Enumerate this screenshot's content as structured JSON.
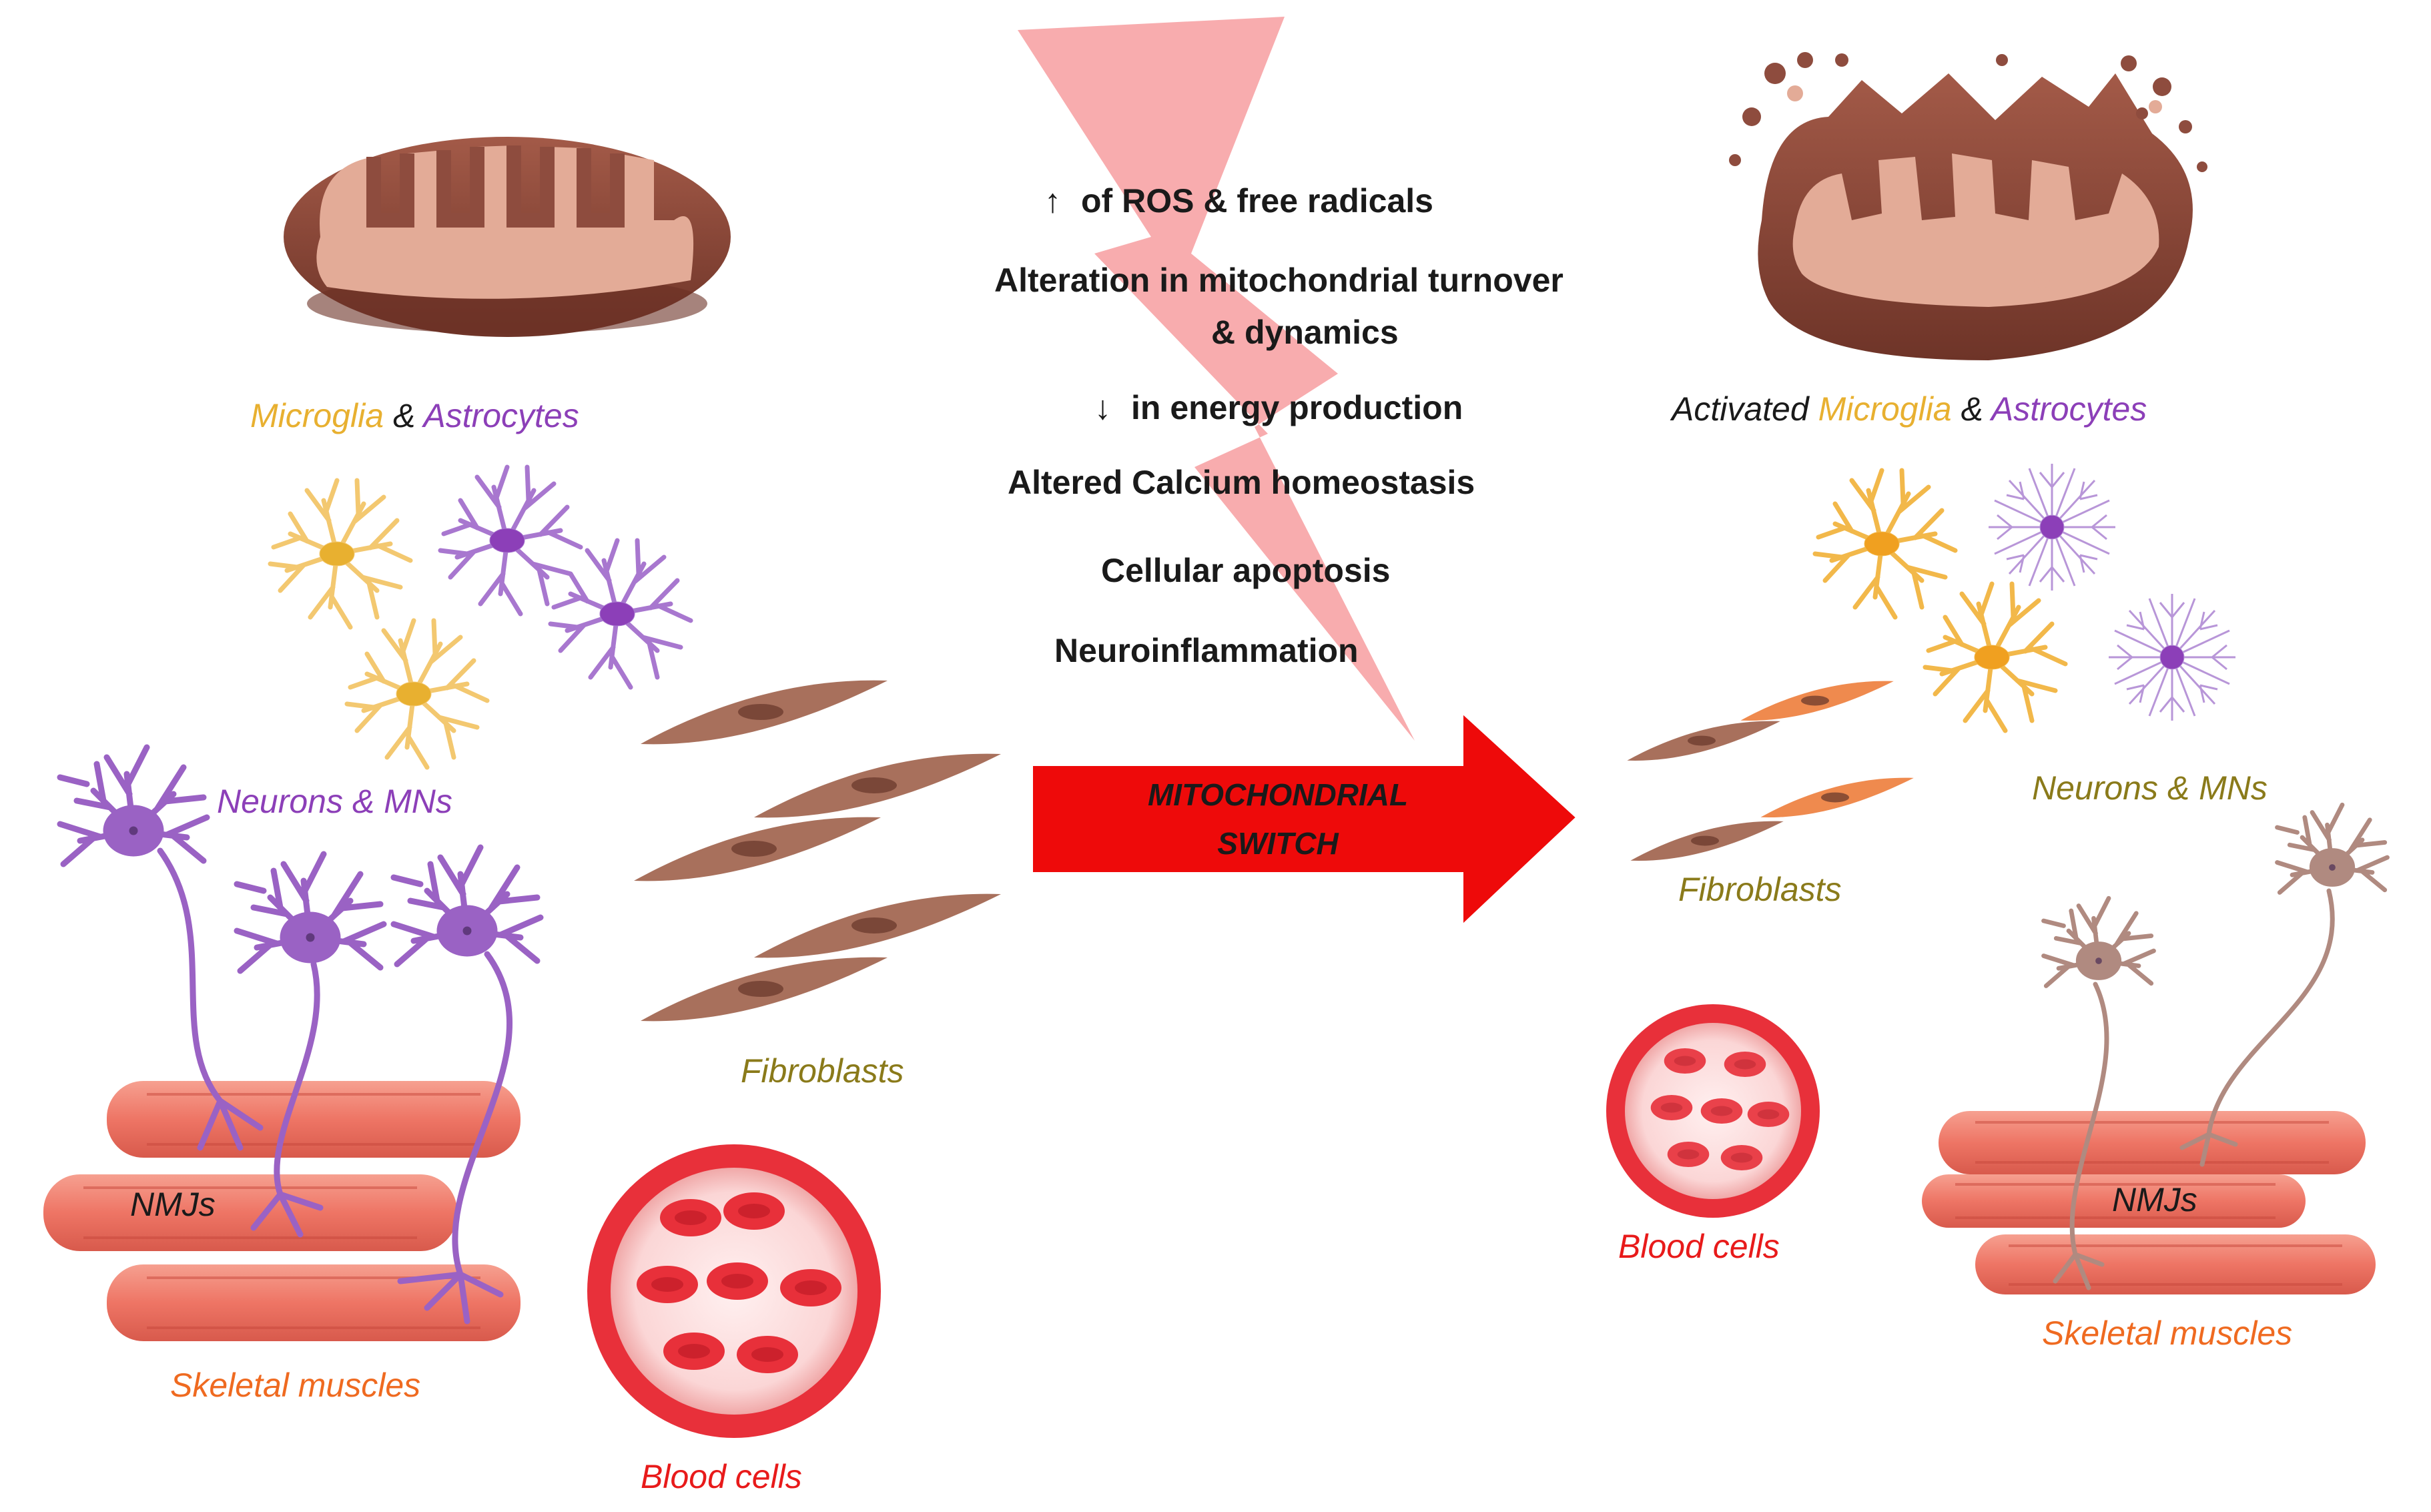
{
  "effects": {
    "up_symbol": "↑",
    "ros": "of ROS & free radicals",
    "turnover_1": "Alteration in mitochondrial turnover",
    "turnover_2": "& dynamics",
    "down_symbol": "↓",
    "energy": "in energy production",
    "calcium": "Altered Calcium homeostasis",
    "apoptosis": "Cellular apoptosis",
    "inflammation": "Neuroinflammation"
  },
  "switch": {
    "line1": "MITOCHONDRIAL",
    "line2": "SWITCH"
  },
  "left": {
    "glia_microglia": "Microglia",
    "glia_amp": " & ",
    "glia_astrocytes": "Astrocytes",
    "neurons": "Neurons & MNs",
    "fibroblasts": "Fibroblasts",
    "nmjs": "NMJs",
    "muscles": "Skeletal muscles",
    "blood": "Blood cells"
  },
  "right": {
    "glia_activated": "Activated ",
    "glia_microglia": "Microglia",
    "glia_amp": " & ",
    "glia_astrocytes": "Astrocytes",
    "neurons": "Neurons & MNs",
    "fibroblasts": "Fibroblasts",
    "nmjs": "NMJs",
    "muscles": "Skeletal muscles",
    "blood": "Blood cells"
  },
  "colors": {
    "microglia": "#e8b030",
    "astrocytes": "#8c3fb8",
    "neuron_healthy": "#9a62c4",
    "neuron_damaged": "#b08a80",
    "fibroblast": "#a8705c",
    "fibroblast_active": "#ef8a4e",
    "muscle": "#ef7a6a",
    "blood": "#e8303a",
    "mito_outer": "#8e4c3e",
    "mito_inner": "#e0aa98",
    "bolt": "#f8a8aa",
    "arrow": "#ee0a0a",
    "label_olive": "#8a7a1a",
    "label_orange": "#ef6a20",
    "label_red": "#e81a1a"
  }
}
